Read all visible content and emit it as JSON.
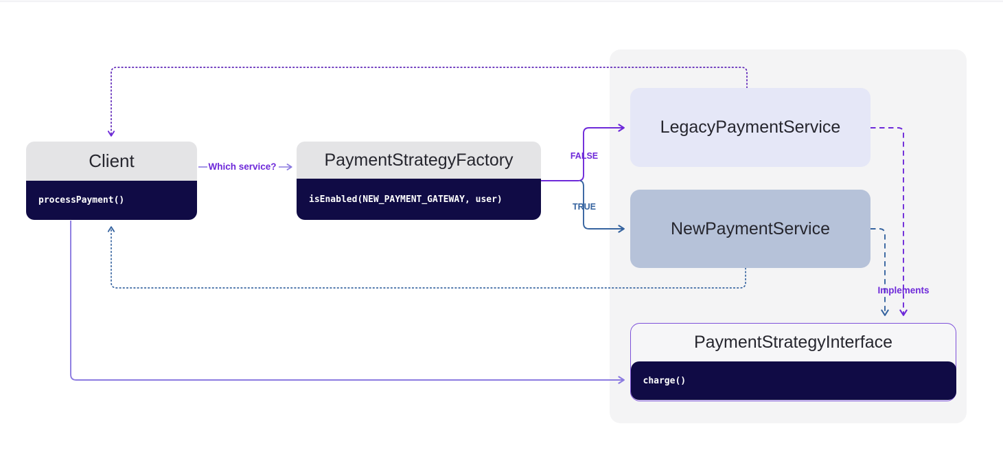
{
  "diagram": {
    "nodes": {
      "client": {
        "title": "Client",
        "method": "processPayment()"
      },
      "factory": {
        "title": "PaymentStrategyFactory",
        "method": "isEnabled(NEW_PAYMENT_GATEWAY, user)"
      },
      "legacy_service": {
        "title": "LegacyPaymentService"
      },
      "new_service": {
        "title": "NewPaymentService"
      },
      "interface": {
        "title": "PaymentStrategyInterface",
        "method": "charge()"
      }
    },
    "labels": {
      "which_service": "Which service?",
      "false_branch": "FALSE",
      "true_branch": "TRUE",
      "implements": "Implements"
    },
    "colors": {
      "purple": "#6d28d9",
      "dotted_purple": "#5b21b6",
      "blue": "#35639f",
      "lilac": "#8b7ae0",
      "navy": "#100b45",
      "header_gray": "#e4e4e6",
      "legacy_fill": "#e5e7f7",
      "new_fill": "#b6c2d9",
      "panel_fill": "#f4f4f5",
      "interface_border": "#7c4fd9"
    }
  }
}
